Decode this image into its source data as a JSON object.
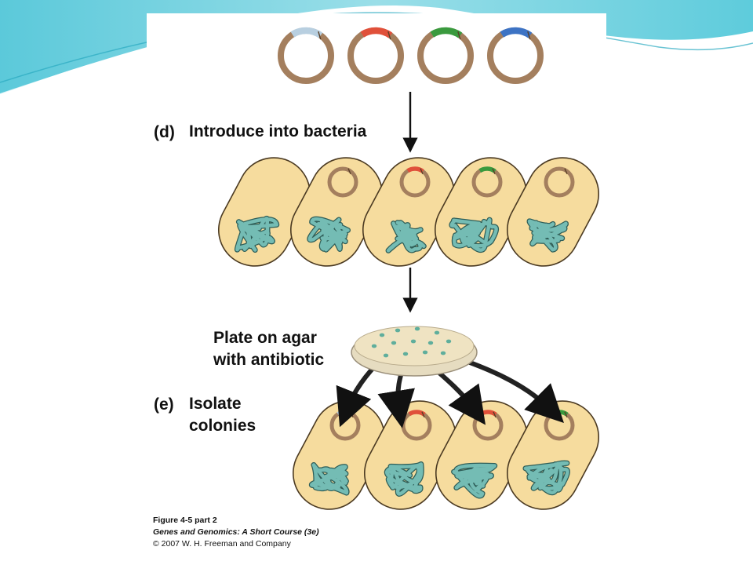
{
  "steps": {
    "d": {
      "letter": "(d)",
      "label": "Introduce into bacteria"
    },
    "plate": {
      "line1": "Plate on agar",
      "line2": "with antibiotic"
    },
    "e": {
      "letter": "(e)",
      "line1": "Isolate",
      "line2": "colonies"
    }
  },
  "caption": {
    "figure": "Figure 4-5 part 2",
    "book": "Genes and Genomics: A Short Course (3e)",
    "copyright": "© 2007 W. H. Freeman and Company"
  },
  "colors": {
    "ring": "#a47f5e",
    "insert_light_blue": "#b8cfe0",
    "insert_red": "#e0503a",
    "insert_green": "#3a9a3e",
    "insert_blue": "#3d73c4",
    "cell": "#f6dc9e",
    "dna": "#74bcb4",
    "plate": "#efe3c2",
    "colony": "#5fae9c",
    "accent_teal": "#4cc6d8"
  },
  "plasmids": [
    "light-blue-insert",
    "red-insert",
    "green-insert",
    "blue-insert"
  ],
  "cells_d": [
    "none",
    "empty-vector",
    "red-insert",
    "green-insert",
    "empty-vector"
  ],
  "cells_e": [
    "light-blue-insert",
    "red-insert",
    "red-insert",
    "green-insert"
  ]
}
